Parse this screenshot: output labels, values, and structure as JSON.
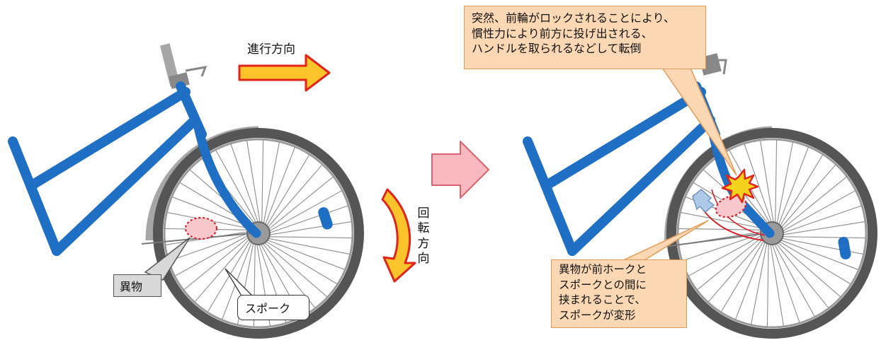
{
  "labels": {
    "direction": "進行方向",
    "rotation": [
      "回",
      "転",
      "方",
      "向"
    ],
    "foreign_object": "異物",
    "spoke": "スポーク"
  },
  "callout_top": [
    "突然、前輪がロックされることにより、",
    "慣性力により前方に投げ出される、",
    "ハンドルを取られるなどして転倒"
  ],
  "callout_bottom": [
    "異物が前ホークと",
    "スポークとの間に",
    "挟まれることで、",
    "スポークが変形"
  ],
  "colors": {
    "frame": "#1f6fc4",
    "tire": "#555555",
    "fender": "#a6a6a6",
    "arrow_fill": "#fcc42b",
    "arrow_edge": "#e2231a",
    "transition_arrow": "#f7b9bf",
    "callout_fill": "#fbd8b3",
    "callout_edge": "#e39a55",
    "foreign_fill": "#f9c8cc",
    "foreign_edge": "#d9202a",
    "burst_fill": "#f5d31c",
    "burst_edge": "#e2231a"
  }
}
